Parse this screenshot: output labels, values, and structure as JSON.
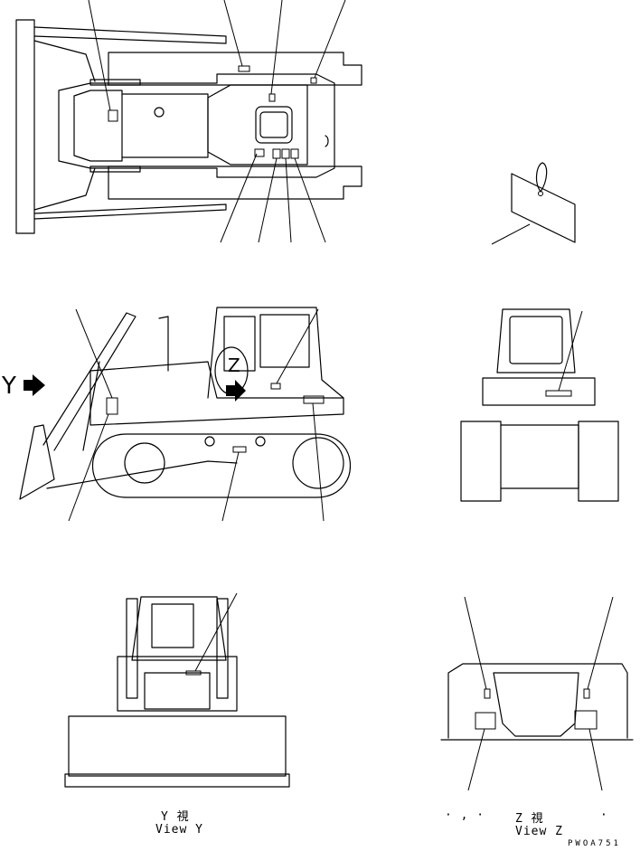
{
  "labels": {
    "view_y_marker": "Y",
    "view_z_marker": "Z",
    "view_y_kanji": "Y  視",
    "view_y_caption": "View Y",
    "view_z_kanji": "Z  視",
    "view_z_caption": "View Z",
    "dots": "· , ·",
    "dot_right": "·",
    "drawing_code": "PWOA751"
  },
  "colors": {
    "line": "#000000",
    "background": "#ffffff"
  }
}
